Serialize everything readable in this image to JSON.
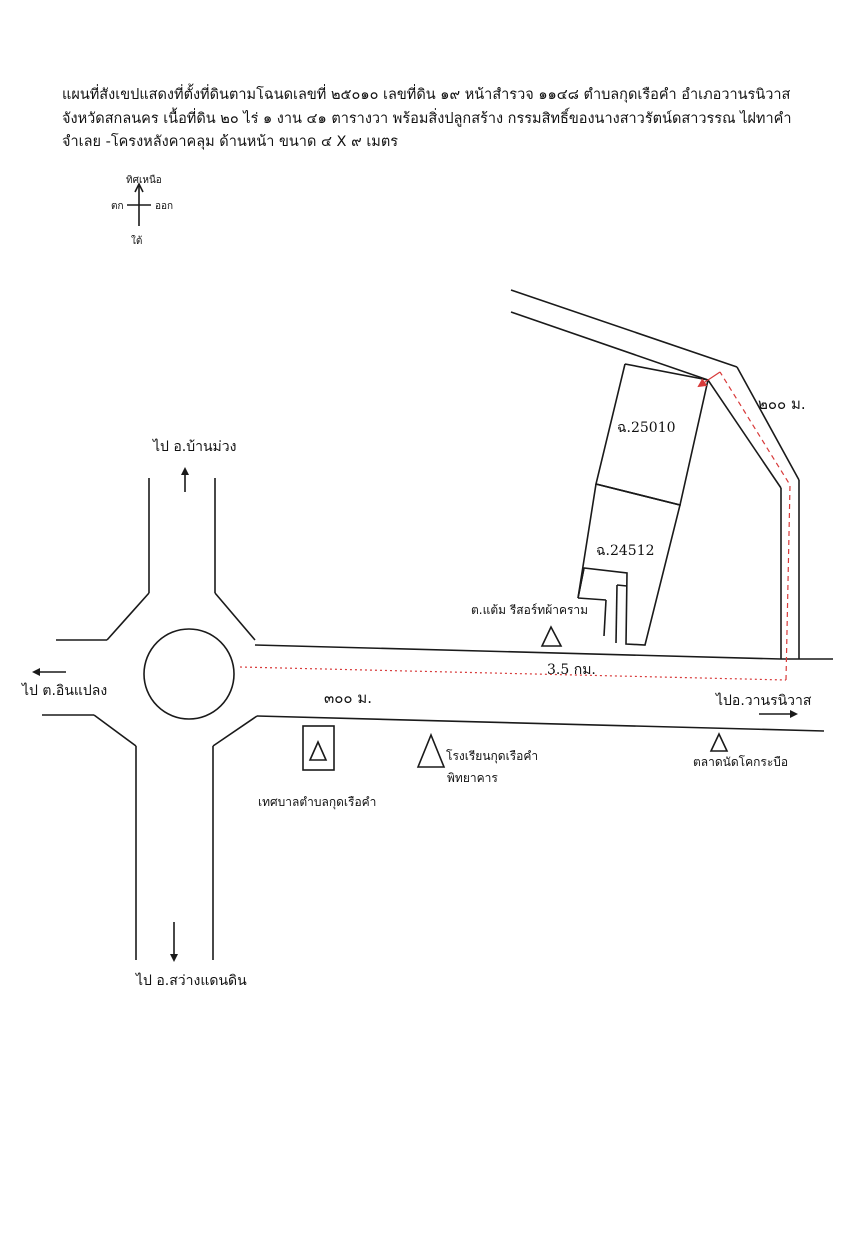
{
  "header": {
    "line1": "แผนที่สังเขปแสดงที่ตั้งที่ดินตามโฉนดเลขที่  ๒๕๐๑๐ เลขที่ดิน ๑๙ หน้าสำรวจ ๑๑๔๘ ตำบลกุดเรือคำ  อำเภอวานรนิวาส",
    "line2": "จังหวัดสกลนคร เนื้อที่ดิน ๒๐ ไร่ ๑ งาน ๔๑ ตารางวา พร้อมสิ่งปลูกสร้าง กรรมสิทธิ์ของนางสาวรัตน์ดสาวรรณ ไฝทาคำ",
    "line3": "จำเลย -โครงหลังคาคลุม ด้านหน้า ขนาด ๔ X ๙ เมตร"
  },
  "compass": {
    "north": "ทิศเหนือ",
    "west": "ตก",
    "east": "ออก",
    "south": "ใต้"
  },
  "places": {
    "to_ban_muang": "ไป อ.บ้านม่วง",
    "to_in_plaeng": "ไป ต.อินแปลง",
    "to_sawang": "ไป อ.สว่างแดนดิน",
    "to_wanon": "ไปอ.วานรนิวาส",
    "resort": "ต.แต้ม รีสอร์ทผ้าคราม",
    "municipality": "เทศบาลตำบลกุดเรือคำ",
    "school_line1": "โรงเรียนกุดเรือคำ",
    "school_line2": "พิทยาคาร",
    "market": "ตลาดนัดโคกระบือ"
  },
  "parcels": {
    "parcel_a": "ฉ.25010",
    "parcel_b": "ฉ.24512"
  },
  "distances": {
    "main_road": "3.5 กม.",
    "side_road": "๒๐๐ ม.",
    "town": "๓๐๐ ม."
  },
  "colors": {
    "ink": "#1a1a1a",
    "route": "#d83a3a"
  }
}
